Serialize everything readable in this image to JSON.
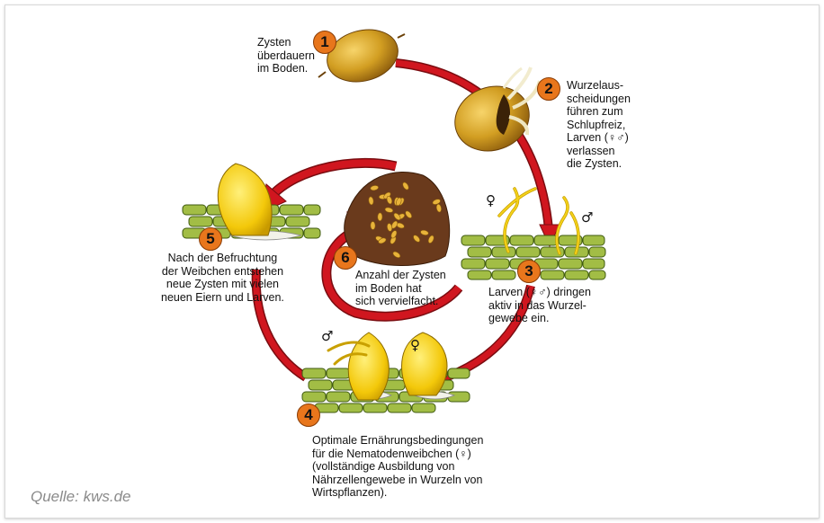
{
  "steps": [
    {
      "number": "1",
      "text": "Zysten\nüberdauern\nim Boden."
    },
    {
      "number": "2",
      "text": "Wurzelaus-\nscheidungen\nführen zum\nSchlupfreiz,\nLarven (♀♂)\nverlassen\ndie Zysten."
    },
    {
      "number": "3",
      "text": "Larven (♀♂) dringen\naktiv in das Wurzel-\ngewebe ein."
    },
    {
      "number": "4",
      "text": "Optimale Ernährungsbedingungen\nfür die Nematodenweibchen (♀)\n(vollständige Ausbildung von\nNährzellengewebe in Wurzeln von\nWirtspflanzen)."
    },
    {
      "number": "5",
      "text": "Nach der Befruchtung\nder Weibchen entstehen\nneue Zysten mit vielen\nneuen Eiern und Larven."
    },
    {
      "number": "6",
      "text": "Anzahl der Zysten\nim Boden hat\nsich vervielfacht."
    }
  ],
  "symbols": {
    "female": "♀",
    "male": "♂"
  },
  "source": "Quelle: kws.de",
  "colors": {
    "arrow": "#d0161f",
    "badge": "#e8761c",
    "cyst": "#c9961e",
    "female": "#f3c80a",
    "root": "#9fba3c",
    "soil": "#6a3a1c"
  }
}
